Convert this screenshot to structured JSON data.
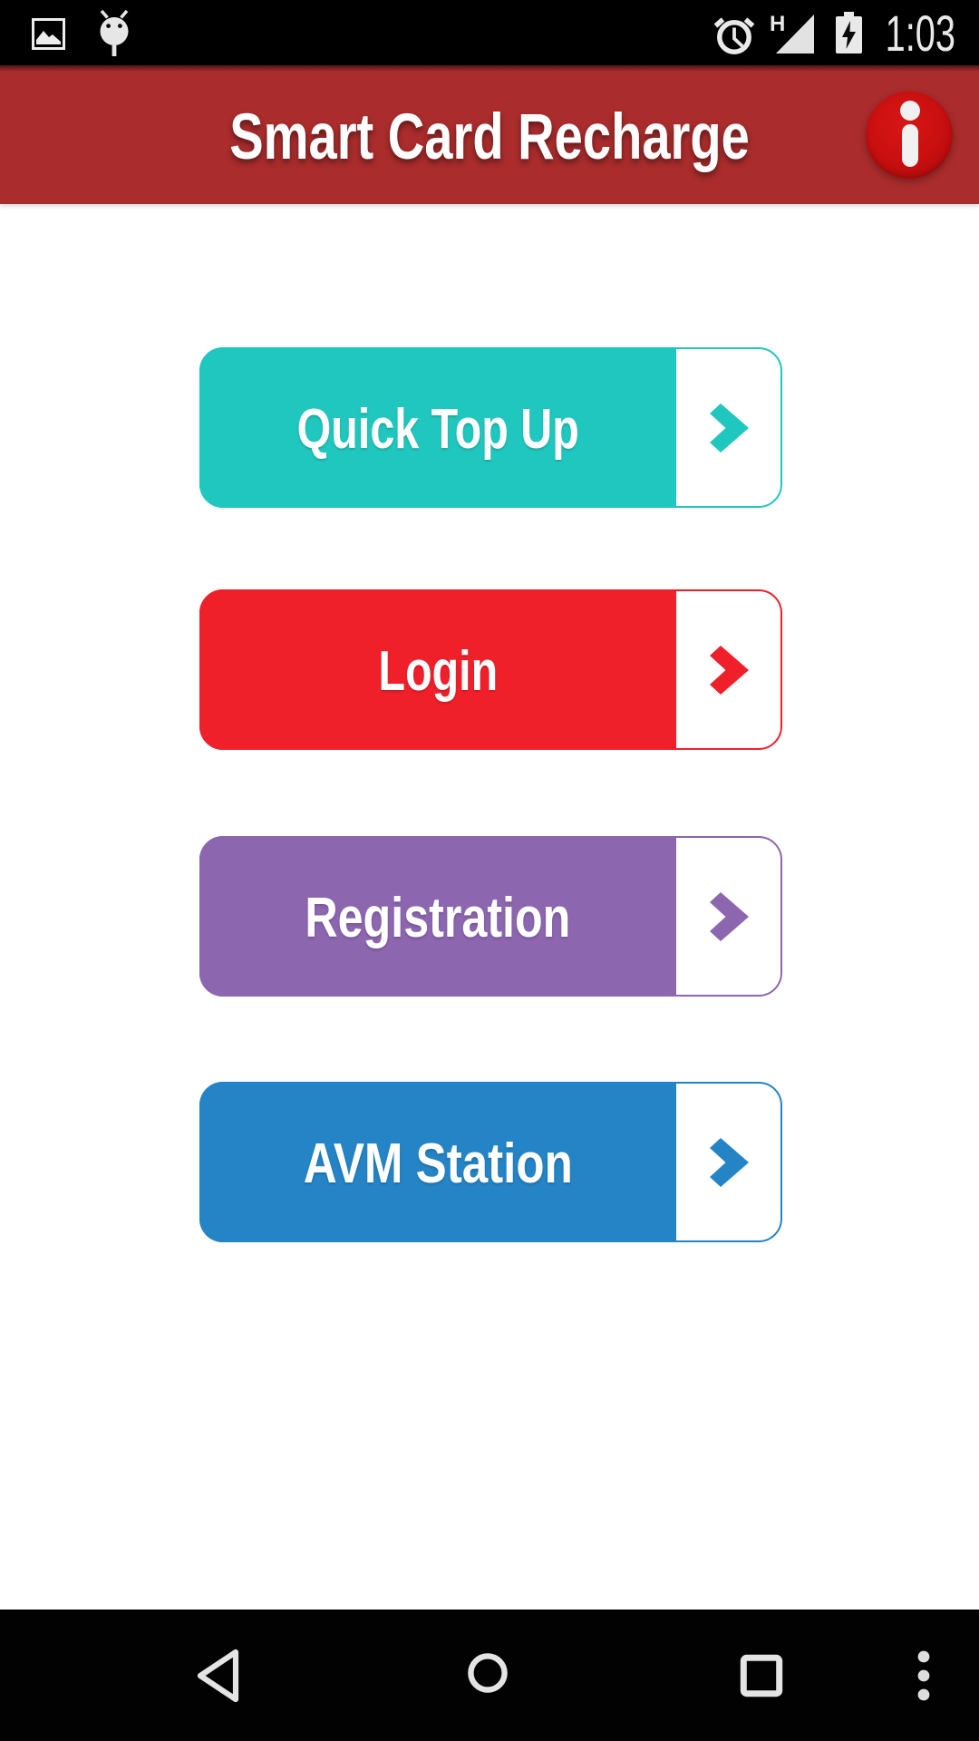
{
  "status_bar": {
    "time": "1:03",
    "signal_label": "H",
    "icons": [
      "gallery-icon",
      "usb-debug-icon",
      "alarm-icon",
      "signal-h-icon",
      "battery-charging-icon"
    ]
  },
  "app_bar": {
    "title": "Smart Card Recharge",
    "info_button": "info",
    "background_color": "#aa2c2c"
  },
  "buttons": [
    {
      "label": "Quick Top Up",
      "color": "#20c7be"
    },
    {
      "label": "Login",
      "color": "#f0202b"
    },
    {
      "label": "Registration",
      "color": "#8c66af"
    },
    {
      "label": "AVM Station",
      "color": "#2484c6"
    }
  ],
  "nav_bar": {
    "items": [
      "back",
      "home",
      "recents",
      "menu"
    ]
  }
}
